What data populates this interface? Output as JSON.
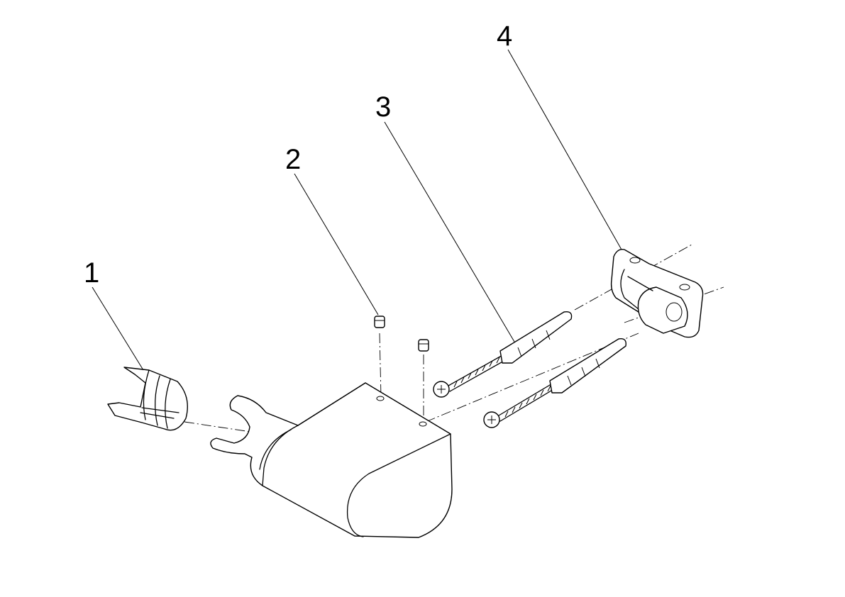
{
  "callouts": [
    {
      "id": "1",
      "label": "1"
    },
    {
      "id": "2",
      "label": "2"
    },
    {
      "id": "3",
      "label": "3"
    },
    {
      "id": "4",
      "label": "4"
    }
  ],
  "line_color": "#000000",
  "background": "#ffffff"
}
